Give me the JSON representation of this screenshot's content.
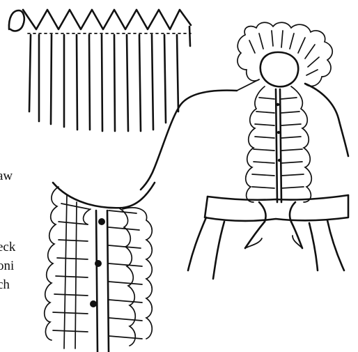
{
  "text_fragments": [
    {
      "id": "frag-1",
      "text": "aw"
    },
    {
      "id": "frag-2",
      "text": "eck"
    },
    {
      "id": "frag-3",
      "text": "oni"
    },
    {
      "id": "frag-4",
      "text": "ch"
    }
  ],
  "ink_color": "#111111",
  "background": "#ffffff"
}
